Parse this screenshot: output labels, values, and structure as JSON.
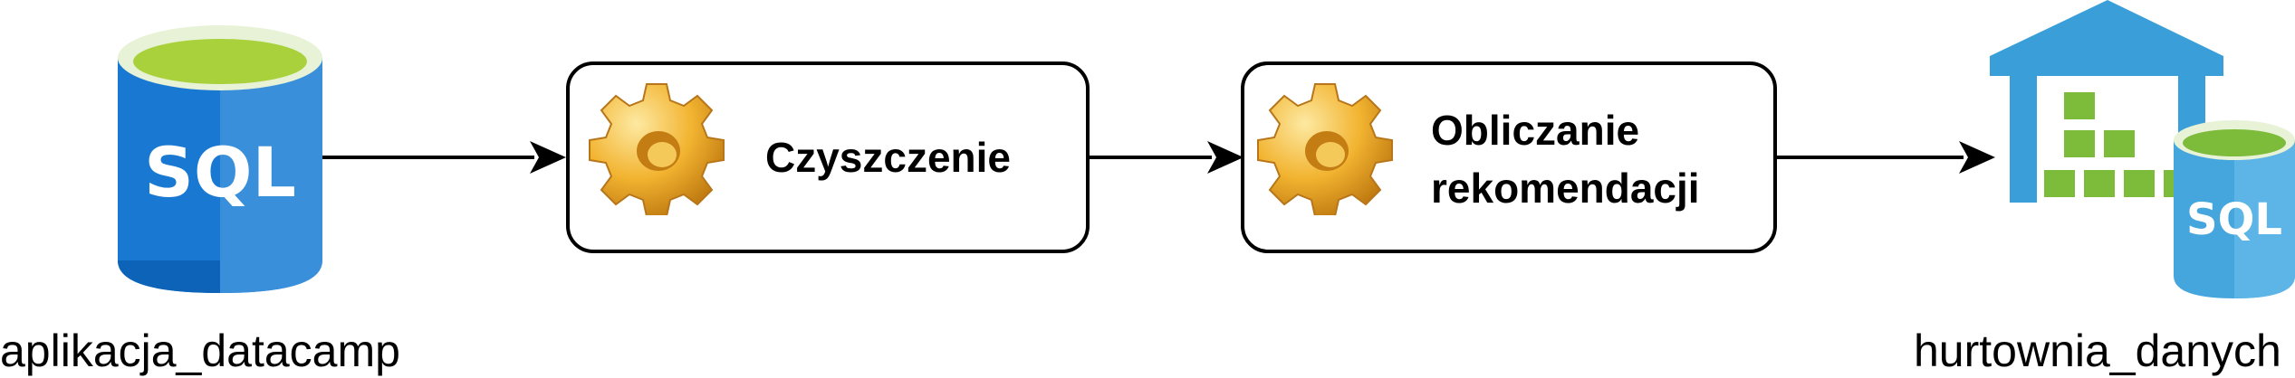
{
  "nodes": {
    "source": {
      "label": "aplikacja_datacamp",
      "db_text": "SQL",
      "icon": "sql-database-icon"
    },
    "target": {
      "label": "hurtownia_danych",
      "db_text": "SQL",
      "icon": "data-warehouse-icon"
    }
  },
  "steps": [
    {
      "label": "Czyszczenie",
      "icon": "gear-icon"
    },
    {
      "label_line1": "Obliczanie",
      "label_line2": "rekomendacji",
      "icon": "gear-icon"
    }
  ],
  "colors": {
    "db_blue_dark": "#0f6fc6",
    "db_blue_light": "#2f8fdc",
    "db_top_green": "#a8d13b",
    "warehouse_blue": "#3a9fd8",
    "warehouse_green": "#7dbb3a",
    "gear_gold": "#f2b431",
    "stroke": "#000000"
  }
}
